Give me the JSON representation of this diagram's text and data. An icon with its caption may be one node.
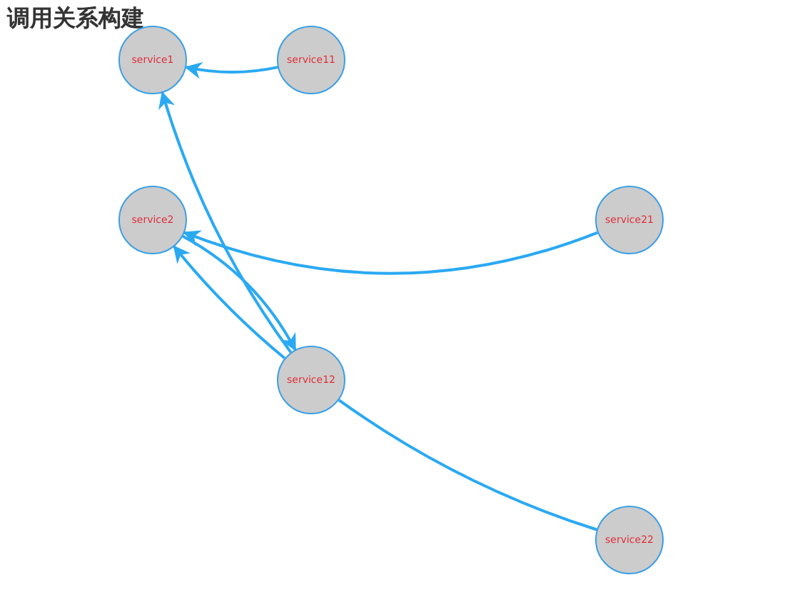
{
  "diagram": {
    "title": "调用关系构建",
    "nodes": [
      {
        "text": [
          "service1"
        ]
      },
      {
        "text": [
          "service11"
        ]
      },
      {
        "text": [
          "service2"
        ]
      },
      {
        "text": [
          "service21"
        ]
      },
      {
        "text": [
          "service12"
        ]
      },
      {
        "text": [
          "service22"
        ]
      }
    ],
    "edges": [
      {
        "from": 1,
        "to": 0,
        "arrow": "to"
      },
      {
        "from": 4,
        "to": 0,
        "arrow": "to"
      },
      {
        "from": 3,
        "to": 2,
        "arrow": "to"
      },
      {
        "from": 4,
        "to": 2,
        "arrow": "to"
      },
      {
        "from": 2,
        "to": 4,
        "arrow": "to"
      },
      {
        "from": 5,
        "to": 4,
        "arrow": "none"
      }
    ]
  }
}
